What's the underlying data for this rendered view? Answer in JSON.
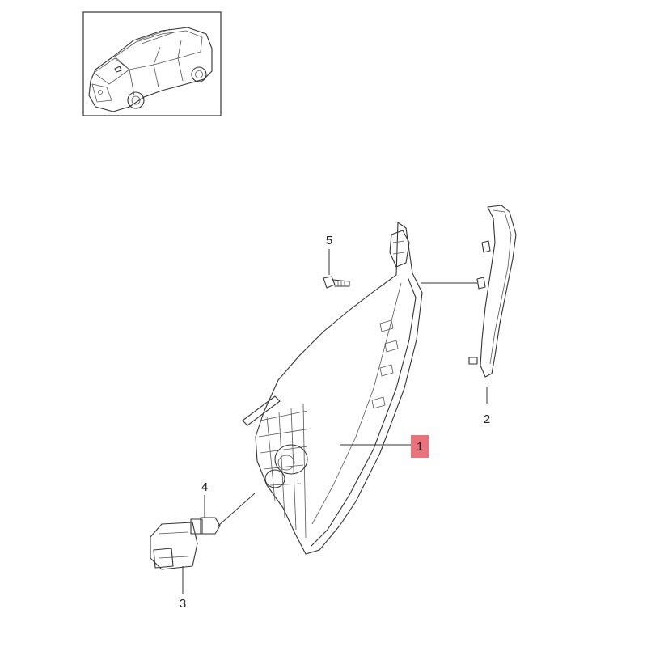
{
  "diagram": {
    "callouts": [
      {
        "label": "1",
        "highlighted": true
      },
      {
        "label": "2",
        "highlighted": false
      },
      {
        "label": "3",
        "highlighted": false
      },
      {
        "label": "4",
        "highlighted": false
      },
      {
        "label": "5",
        "highlighted": false
      }
    ],
    "highlight_color": "#e8737a",
    "line_color": "#333333"
  }
}
